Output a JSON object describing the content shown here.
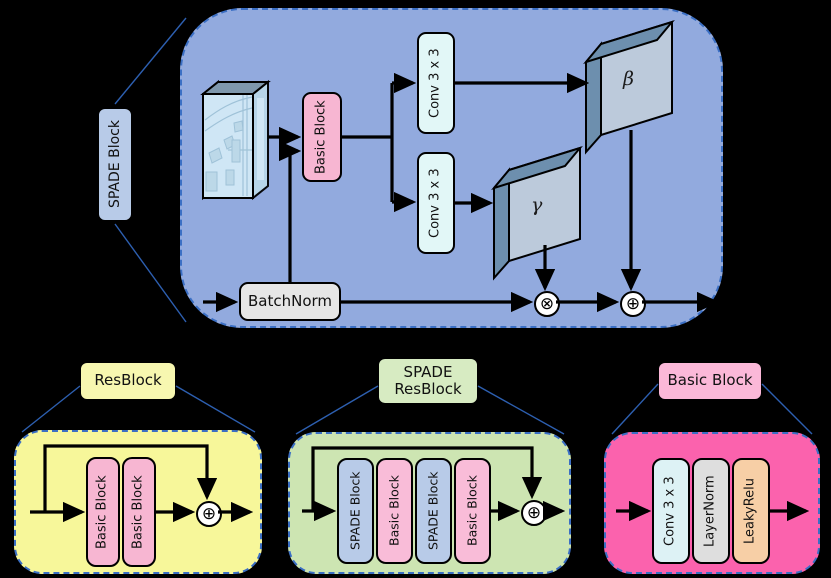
{
  "diagram": {
    "title": "SPADE Block architecture diagram",
    "background": "#000000"
  },
  "spade_panel": {
    "label": "SPADE Block",
    "fill": "#92aade",
    "border": "#3b6fc4",
    "input_map": {
      "name": "segmentation-map",
      "fill": "#cfe6f5",
      "edge": "#2b3440"
    },
    "basic_block": {
      "label": "Basic Block",
      "fill": "#f7b6d2"
    },
    "conv_top": {
      "label": "Conv 3 x 3",
      "fill": "#e2f7f7"
    },
    "conv_bottom": {
      "label": "Conv 3 x 3",
      "fill": "#e2f7f7"
    },
    "beta_map": {
      "label": "β",
      "fill": "#bccadb",
      "side": "#6d8fae"
    },
    "gamma_map": {
      "label": "γ",
      "fill": "#bccadb",
      "side": "#6d8fae"
    },
    "batchnorm": {
      "label": "BatchNorm",
      "fill": "#e6e6e6"
    },
    "multiply_op": {
      "label": "⊗",
      "name": "multiply-operator"
    },
    "add_op": {
      "label": "⊕",
      "name": "add-operator"
    }
  },
  "resblock_panel": {
    "label": "ResBlock",
    "fill": "#f7f79a",
    "label_fill": "#f7f7b0",
    "blocks": [
      {
        "label": "Basic Block",
        "fill": "#f7b6d2"
      },
      {
        "label": "Basic Block",
        "fill": "#f7b6d2"
      }
    ],
    "add_op": {
      "label": "⊕",
      "name": "add-operator"
    }
  },
  "spade_resblock_panel": {
    "label_line1": "SPADE",
    "label_line2": "ResBlock",
    "fill": "#cde5b2",
    "label_fill": "#d7ebc2",
    "blocks": [
      {
        "label": "SPADE Block",
        "fill": "#b8cbe8"
      },
      {
        "label": "Basic Block",
        "fill": "#f9bcd8"
      },
      {
        "label": "SPADE Block",
        "fill": "#b8cbe8"
      },
      {
        "label": "Basic Block",
        "fill": "#f9bcd8"
      }
    ],
    "add_op": {
      "label": "⊕",
      "name": "add-operator"
    }
  },
  "basicblock_panel": {
    "label": "Basic Block",
    "fill": "#fb62ad",
    "label_fill": "#fbb8d8",
    "blocks": [
      {
        "label": "Conv 3 x 3",
        "fill": "#ddf2f5"
      },
      {
        "label": "LayerNorm",
        "fill": "#dedede"
      },
      {
        "label": "LeakyRelu",
        "fill": "#f7cfa6"
      }
    ]
  }
}
